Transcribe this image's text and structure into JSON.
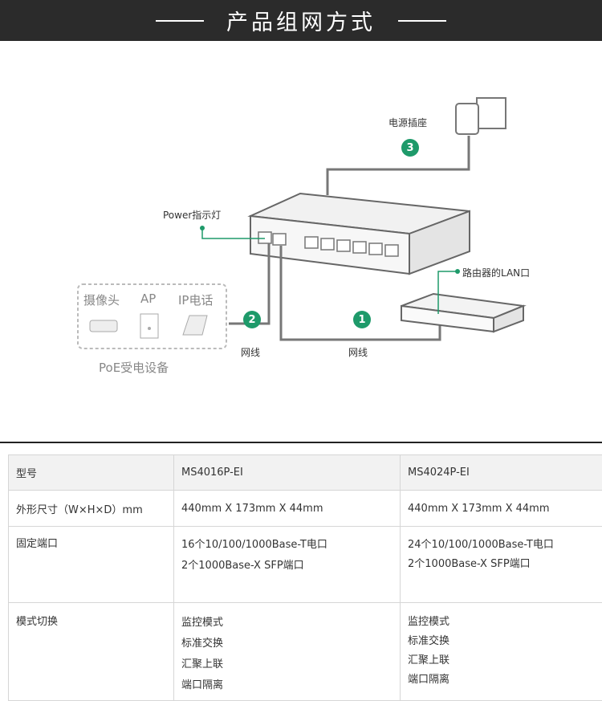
{
  "banner": {
    "title": "产品组网方式"
  },
  "diagram": {
    "power_outlet": "电源插座",
    "power_led": "Power指示灯",
    "router_lan": "路由器的LAN口",
    "camera": "摄像头",
    "ap": "AP",
    "ip_phone": "IP电话",
    "poe_devices": "PoE受电设备",
    "cable_2": "网线",
    "cable_1": "网线",
    "step1": "1",
    "step2": "2",
    "step3": "3",
    "accent": "#1e9a6a"
  },
  "table": {
    "header": [
      "型号",
      "MS4016P-EI",
      "MS4024P-EI"
    ],
    "rows": [
      {
        "label": "外形尺寸（W×H×D）mm",
        "a": [
          "440mm X 173mm X 44mm"
        ],
        "b": [
          "440mm X 173mm X 44mm"
        ]
      },
      {
        "label": "固定端口",
        "a": [
          "16个10/100/1000Base-T电口",
          "2个1000Base-X SFP端口"
        ],
        "b": [
          "24个10/100/1000Base-T电口",
          "2个1000Base-X SFP端口"
        ]
      },
      {
        "label": "模式切换",
        "a": [
          "监控模式",
          "标准交换",
          "汇聚上联",
          "端口隔离"
        ],
        "b": [
          "监控模式",
          "标准交换",
          "汇聚上联",
          "端口隔离"
        ]
      }
    ]
  }
}
